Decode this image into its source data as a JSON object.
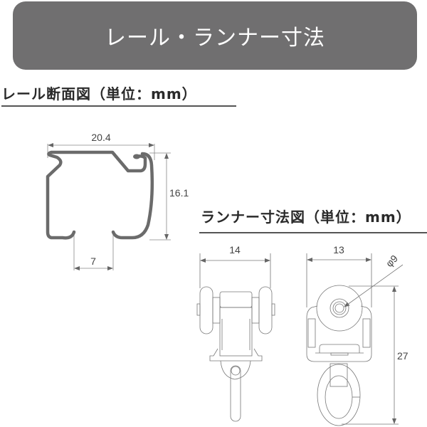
{
  "banner": {
    "title": "レール・ランナー寸法",
    "background_color": "#706f70",
    "text_color": "#ffffff"
  },
  "rail_section": {
    "title": "レール断面図（単位：mm）",
    "dimensions": {
      "width": "20.4",
      "height": "16.1",
      "slot_opening": "7"
    },
    "profile_color": "#6b6b6b"
  },
  "runner_section": {
    "title": "ランナー寸法図（単位：mm）",
    "side_view": {
      "width": "14"
    },
    "front_view": {
      "width": "13",
      "wheel_diameter": "φ9",
      "height": "27"
    }
  }
}
